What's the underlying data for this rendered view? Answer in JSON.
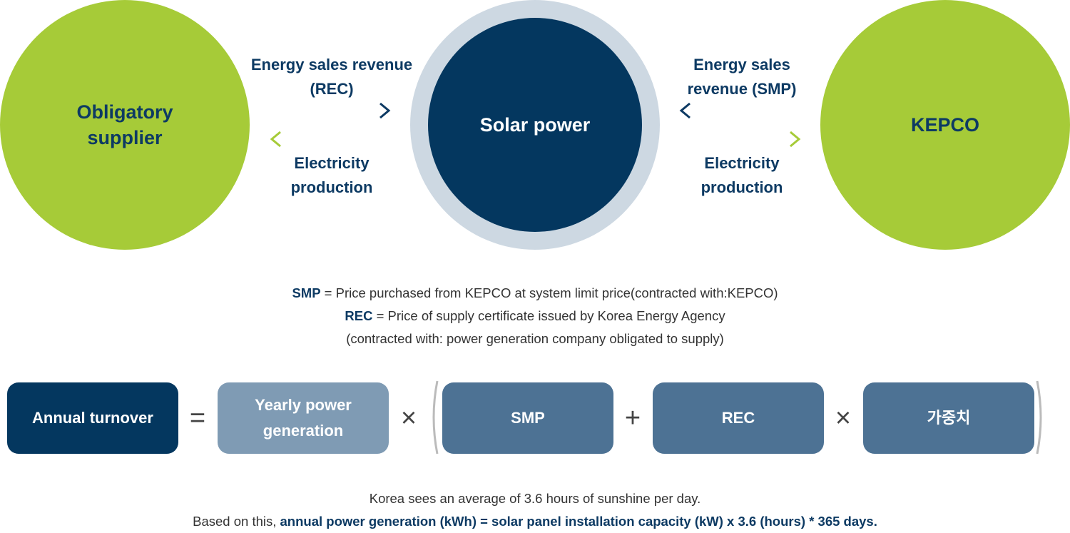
{
  "nodes": {
    "left": "Obligatory supplier",
    "center": "Solar power",
    "right": "KEPCO"
  },
  "flows": {
    "left_top": "Energy sales revenue (REC)",
    "left_bottom": "Electricity production",
    "right_top": "Energy sales revenue (SMP)",
    "right_bottom": "Electricity production"
  },
  "definitions": {
    "smp_term": "SMP",
    "smp_text": " = Price purchased from KEPCO at system limit price(contracted with:KEPCO)",
    "rec_term": "REC",
    "rec_text": " =  Price of supply certificate issued by Korea Energy Agency",
    "rec_text2": "(contracted with: power generation company obligated to supply)"
  },
  "formula": {
    "result": "Annual turnover",
    "equals": "=",
    "term1": "Yearly power generation",
    "times1": "×",
    "term2": "SMP",
    "plus": "+",
    "term3": "REC",
    "times2": "×",
    "term4": "가중치"
  },
  "notes": {
    "line1": "Korea sees an average of 3.6 hours of sunshine per day.",
    "line2_prefix": "Based on this, ",
    "line2_bold": "annual power generation (kWh) = solar panel installation capacity (kW) x 3.6 (hours) * 365 days."
  },
  "colors": {
    "green": "#a6cb38",
    "navy": "#04375f",
    "ring": "#cdd8e2",
    "box_light": "#7f9bb4",
    "box_mid": "#4d7294"
  }
}
